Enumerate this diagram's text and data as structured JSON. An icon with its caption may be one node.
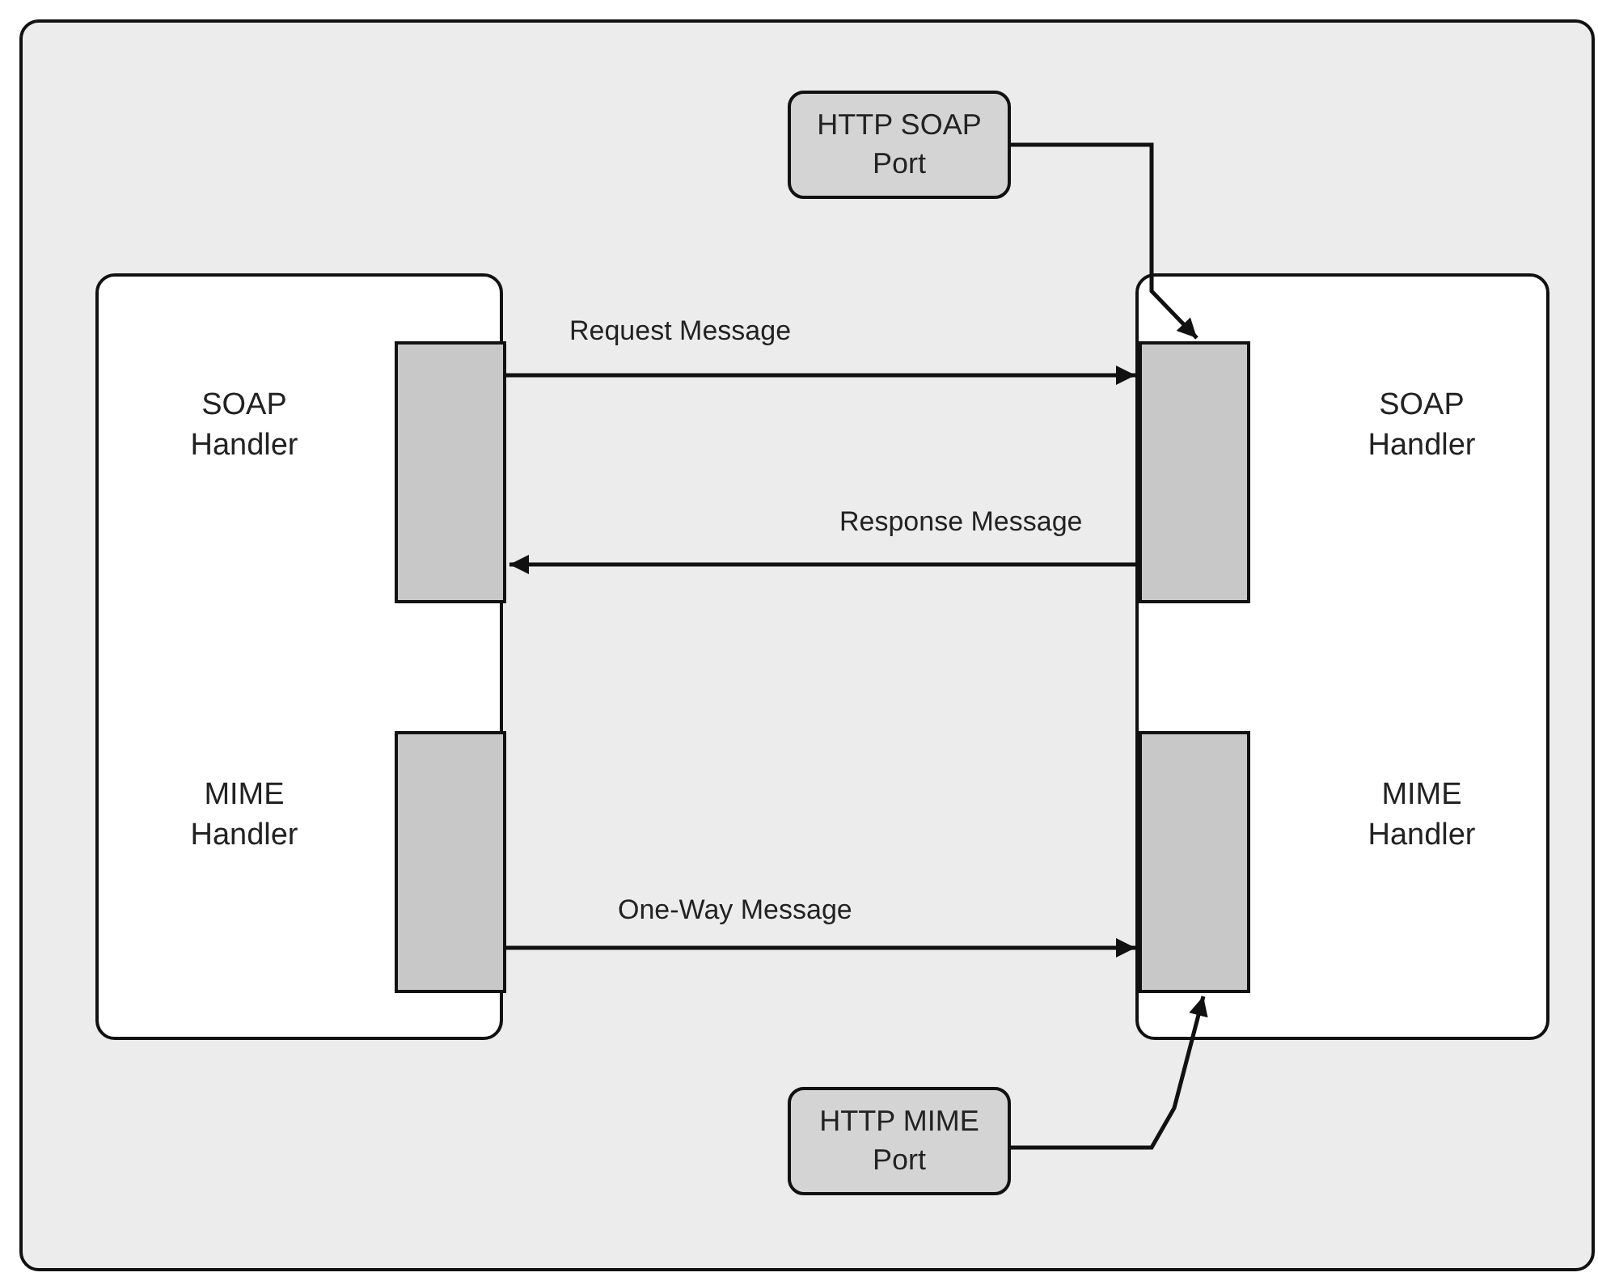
{
  "diagram": {
    "nodes": [
      {
        "text": [],
        "shape": "box"
      },
      {
        "text": [],
        "shape": "box",
        "in": 0
      },
      {
        "text": [],
        "shape": "bar",
        "beside": [
          "SOAP Handler"
        ],
        "in": 1
      },
      {
        "text": [],
        "shape": "bar",
        "beside": [
          "MIME Handler"
        ],
        "in": 1
      },
      {
        "text": [
          "HTTP SOAP Port"
        ],
        "in": 0
      },
      {
        "text": [],
        "shape": "box",
        "in": 0
      },
      {
        "text": [],
        "shape": "bar",
        "beside": [
          "SOAP Handler"
        ],
        "in": 5
      },
      {
        "text": [],
        "shape": "bar",
        "beside": [
          "MIME Handler"
        ],
        "in": 5
      },
      {
        "text": [
          "HTTP MIME Port"
        ],
        "in": 0
      }
    ],
    "edges": [
      {
        "from": 2,
        "to": 6,
        "arrow": "to",
        "label": "Request Message"
      },
      {
        "from": 6,
        "to": 2,
        "arrow": "to",
        "label": "Response Message"
      },
      {
        "from": 3,
        "to": 7,
        "arrow": "to",
        "label": "One-Way Message"
      },
      {
        "from": 4,
        "to": 6,
        "arrow": "to"
      },
      {
        "from": 8,
        "to": 7,
        "arrow": "to"
      }
    ]
  }
}
